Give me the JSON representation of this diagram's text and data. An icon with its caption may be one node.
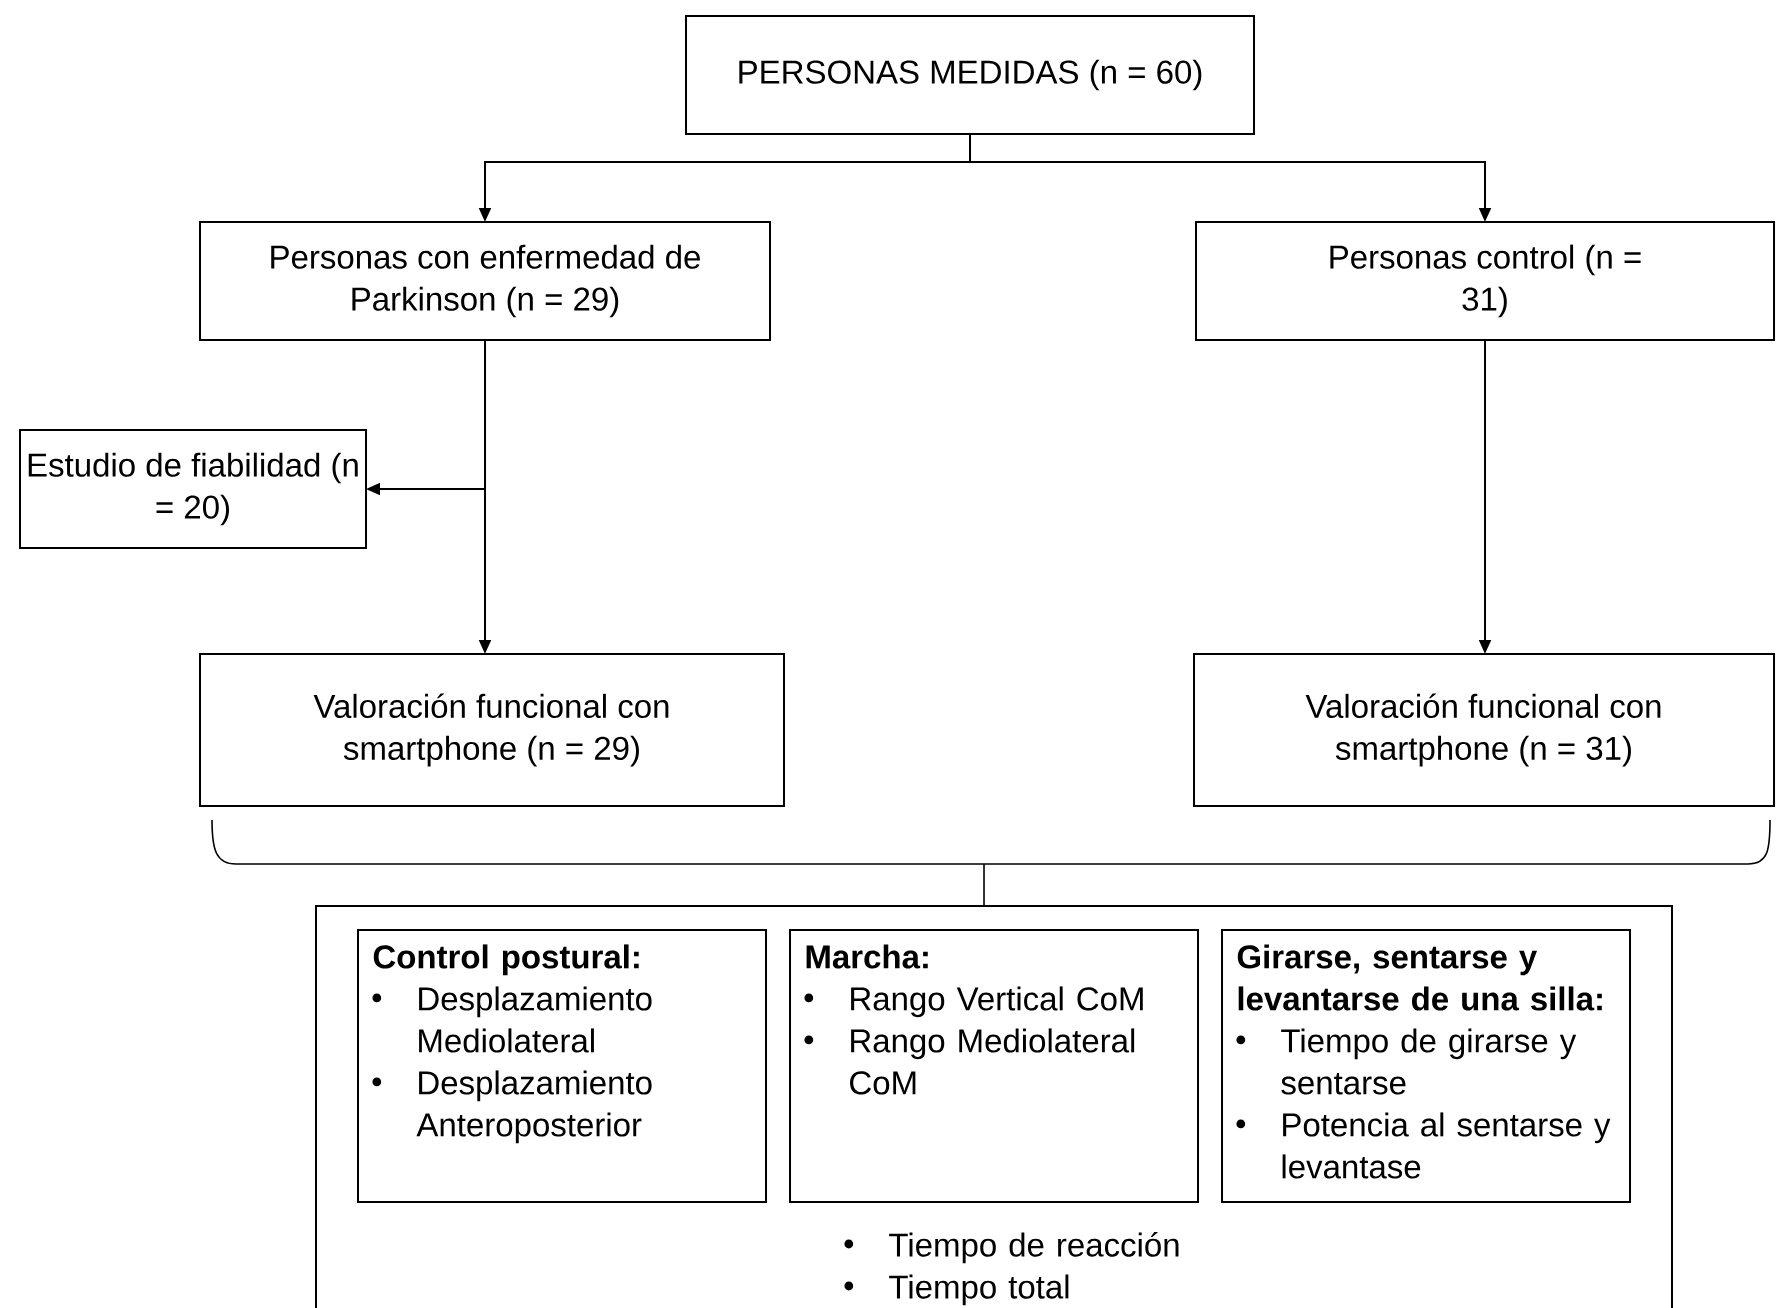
{
  "diagram": {
    "nodes": [
      {
        "text": [
          "PERSONAS MEDIDAS (n = 60)"
        ]
      },
      {
        "text": [
          "Personas con enfermedad de Parkinson (n = 29)"
        ]
      },
      {
        "text": [
          "Personas control (n = 31)"
        ]
      },
      {
        "text": [
          "Estudio de fiabilidad (n = 20)"
        ]
      },
      {
        "text": [
          "Valoración funcional con smartphone (n = 29)"
        ]
      },
      {
        "text": [
          "Valoración funcional con smartphone (n = 31)"
        ]
      },
      {
        "text": [
          "Tiempo de reacción",
          "Tiempo total"
        ]
      },
      {
        "text": [
          "Control postural:",
          "Desplazamiento Mediolateral",
          "Desplazamiento Anteroposterior"
        ],
        "in": 6
      },
      {
        "text": [
          "Marcha:",
          "Rango Vertical CoM",
          "Rango Mediolateral CoM"
        ],
        "in": 6
      },
      {
        "text": [
          "Girarse, sentarse y levantarse de una silla:",
          "Tiempo de girarse y sentarse",
          "Potencia al sentarse y levantase"
        ],
        "in": 6
      }
    ],
    "edges": [
      {
        "from": 0,
        "to": 1,
        "arrow": "to"
      },
      {
        "from": 0,
        "to": 2,
        "arrow": "to"
      },
      {
        "from": 1,
        "to": 3,
        "arrow": "to"
      },
      {
        "from": 1,
        "to": 4,
        "arrow": "to"
      },
      {
        "from": 2,
        "to": 5,
        "arrow": "to"
      }
    ]
  }
}
